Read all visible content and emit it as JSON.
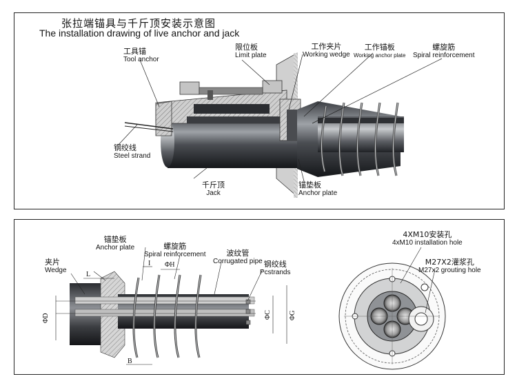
{
  "top_panel": {
    "title_cn": "张拉端锚具与千斤顶安装示意图",
    "title_en": "The installation drawing of live anchor and jack",
    "labels": {
      "tool_anchor": {
        "cn": "工具锚",
        "en": "Tool anchor"
      },
      "limit_plate": {
        "cn": "限位板",
        "en": "Limit plate"
      },
      "working_wedge": {
        "cn": "工作夹片",
        "en": "Working wedge"
      },
      "working_anchor_plate": {
        "cn": "工作锚板",
        "en": "Working anchor plate"
      },
      "spiral_reinforcement": {
        "cn": "螺旋筋",
        "en": "Spiral reinforcement"
      },
      "steel_strand": {
        "cn": "钢绞线",
        "en": "Steel strand"
      },
      "jack": {
        "cn": "千斤顶",
        "en": "Jack"
      },
      "anchor_plate": {
        "cn": "锚垫板",
        "en": "Anchor plate"
      }
    }
  },
  "bottom_panel": {
    "labels": {
      "anchor_plate": {
        "cn": "锚垫板",
        "en": "Anchor plate"
      },
      "spiral_reinforcement": {
        "cn": "螺旋筋",
        "en": "Spiral reinforcement"
      },
      "corrugated_pipe": {
        "cn": "波纹管",
        "en": "Corrugated pipe"
      },
      "wedge": {
        "cn": "夹片",
        "en": "Wedge"
      },
      "pcstrands": {
        "cn": "钢绞线",
        "en": "Pcstrands"
      },
      "installation_hole": {
        "cn": "4XM10安装孔",
        "en": "4xM10 installation hole"
      },
      "grouting_hole": {
        "cn": "M27X2灌浆孔",
        "en": "M27x2 grouting hole"
      }
    },
    "dimensions": {
      "L": "L",
      "I": "I",
      "phiH": "ΦH",
      "phiD": "ΦD",
      "phiC": "ΦC",
      "phiG": "ΦG",
      "B": "B"
    }
  },
  "colors": {
    "dark_steel": "#2a2c30",
    "mid_steel": "#6b6e73",
    "light_steel": "#b9bcbf",
    "hatch": "#9a9a9a",
    "line": "#111111"
  }
}
